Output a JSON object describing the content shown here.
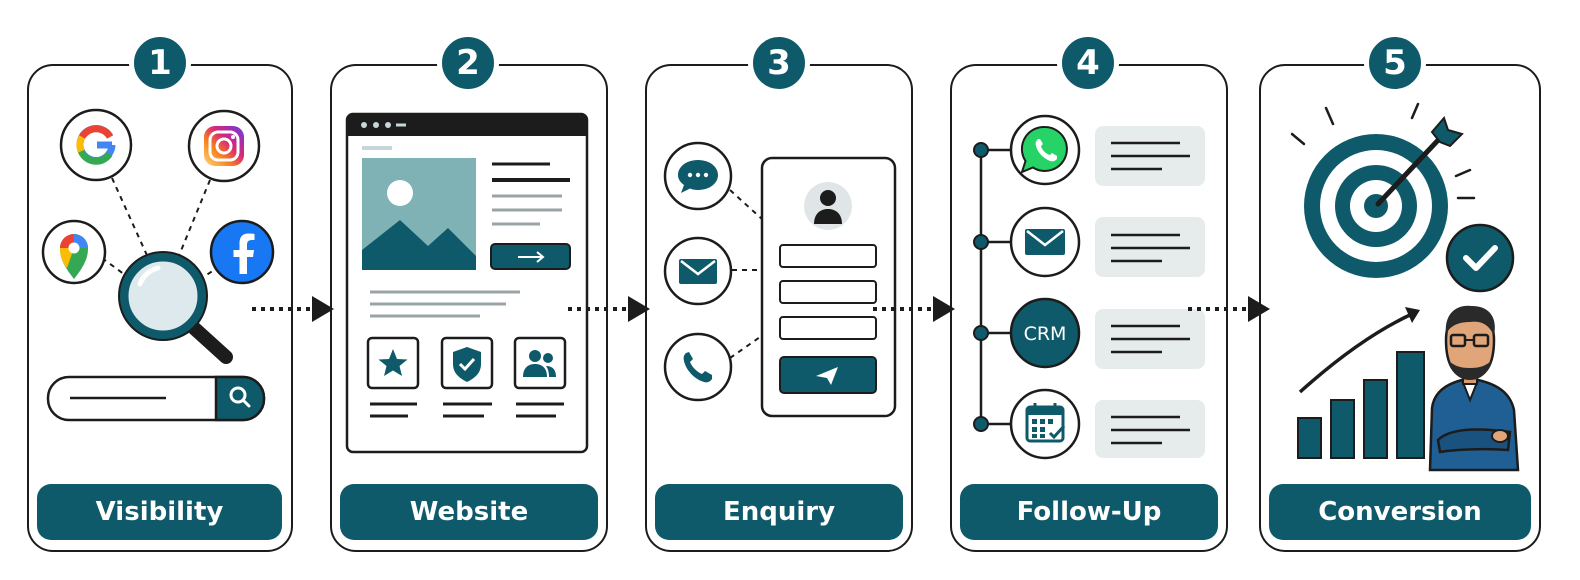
{
  "steps": [
    {
      "number": "1",
      "label": "Visibility"
    },
    {
      "number": "2",
      "label": "Website"
    },
    {
      "number": "3",
      "label": "Enquiry"
    },
    {
      "number": "4",
      "label": "Follow-Up"
    },
    {
      "number": "5",
      "label": "Conversion"
    }
  ],
  "icons": {
    "visibility": [
      "google-icon",
      "instagram-icon",
      "google-maps-icon",
      "facebook-icon",
      "magnifier-icon",
      "search-bar"
    ],
    "website": [
      "browser-window",
      "image-placeholder",
      "arrow-button",
      "star-icon",
      "shield-check-icon",
      "users-icon"
    ],
    "enquiry": [
      "chat-icon",
      "mail-icon",
      "phone-icon",
      "user-avatar",
      "form-fields",
      "send-button"
    ],
    "followup": [
      "whatsapp-icon",
      "mail-icon",
      "calendar-icon"
    ],
    "conversion": [
      "target-icon",
      "check-icon",
      "bar-chart",
      "person-illustration"
    ]
  },
  "followup_crm_label": "CRM",
  "colors": {
    "primary": "#0e5a6a",
    "light": "#e6ebeb",
    "outline": "#1c1c1c",
    "google_blue": "#4285F4",
    "facebook_blue": "#1877F2",
    "whatsapp_green": "#25D366"
  }
}
